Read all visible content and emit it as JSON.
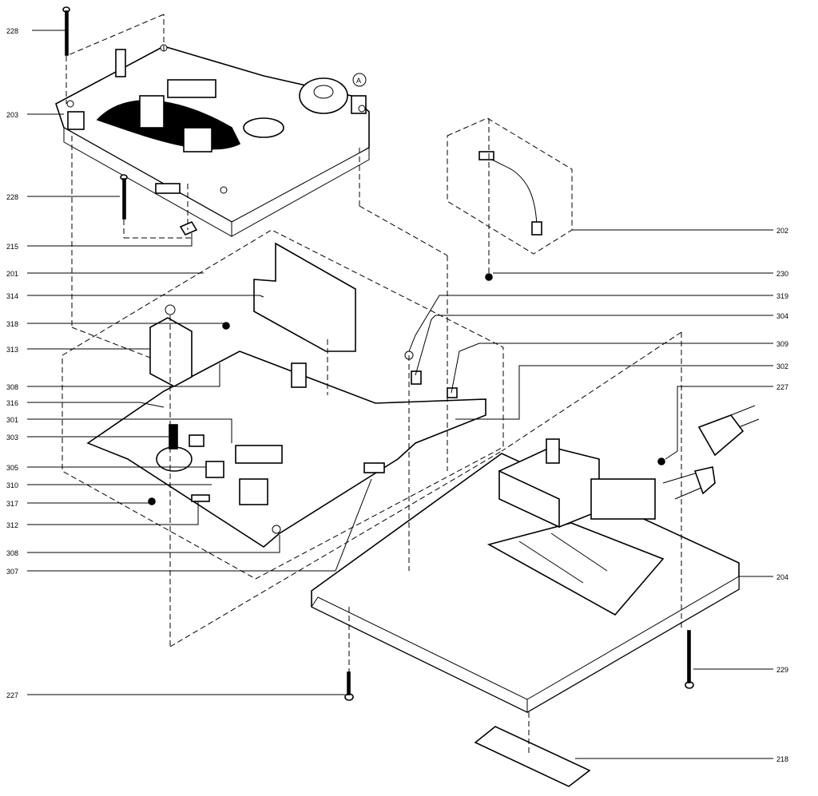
{
  "diagram": {
    "callout_marker": "A",
    "labels": {
      "l228a": "228",
      "l203": "203",
      "l228b": "228",
      "l215": "215",
      "l201": "201",
      "l314": "314",
      "l318": "318",
      "l313": "313",
      "l308a": "308",
      "l316": "316",
      "l301": "301",
      "l303": "303",
      "l305": "305",
      "l310": "310",
      "l317": "317",
      "l312": "312",
      "l308b": "308",
      "l307": "307",
      "l227a": "227",
      "l202": "202",
      "l230": "230",
      "l319": "319",
      "l304": "304",
      "l309": "309",
      "l302": "302",
      "l227b": "227",
      "l204": "204",
      "l229": "229",
      "l218": "218"
    }
  }
}
